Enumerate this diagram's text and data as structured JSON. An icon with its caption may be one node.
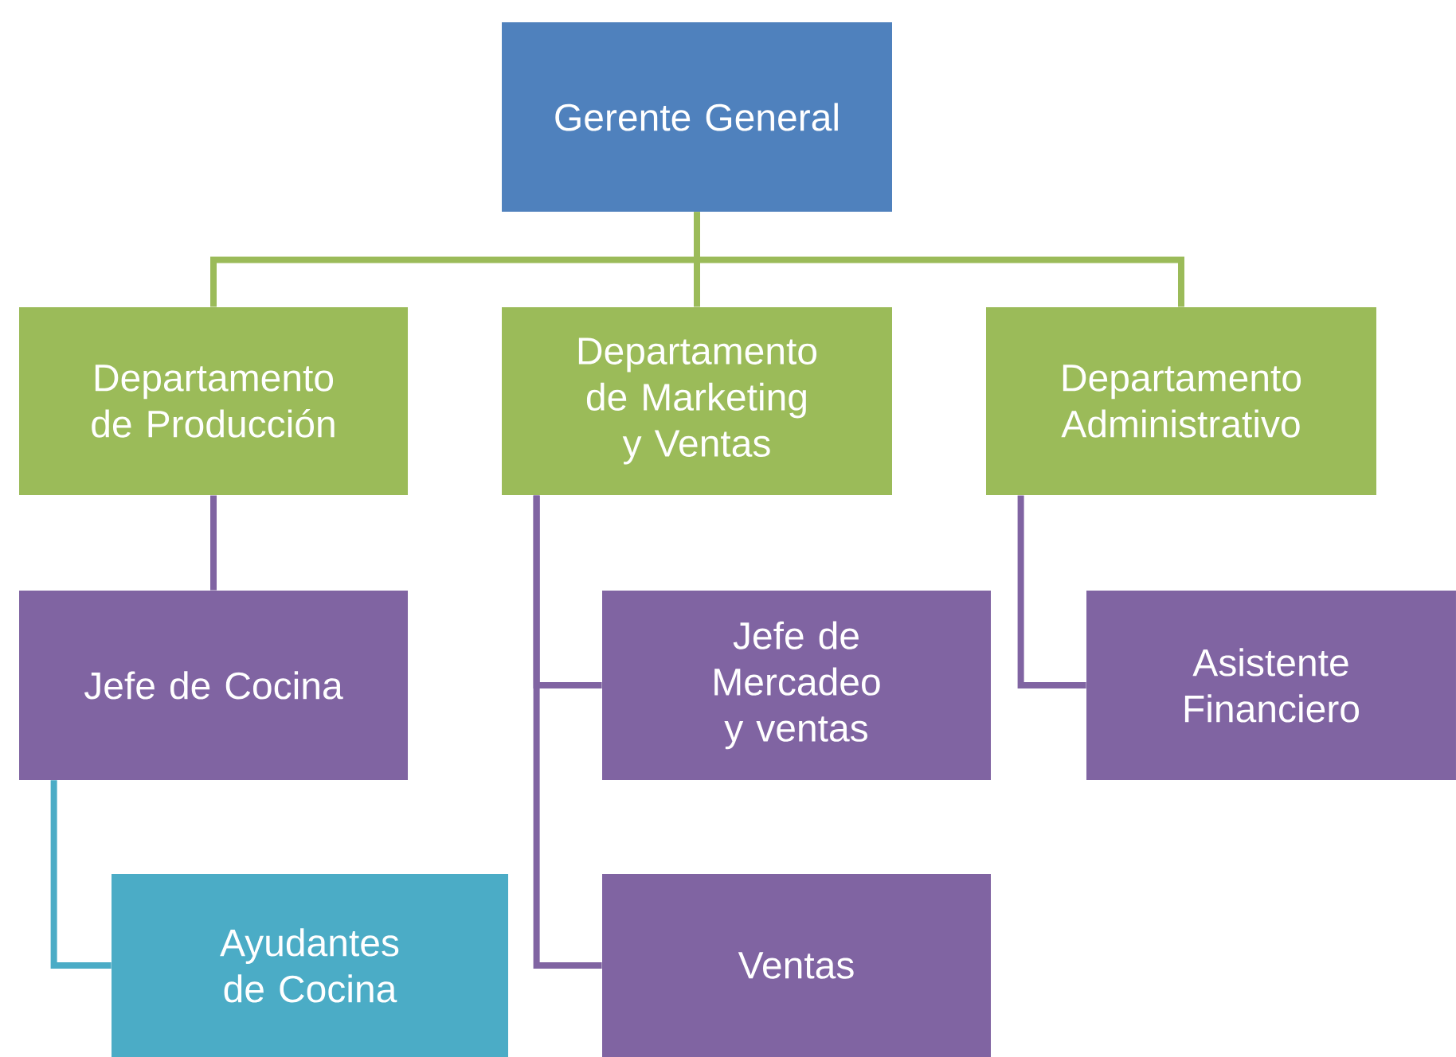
{
  "diagram": {
    "nodes": [
      {
        "text": [
          "Gerente General"
        ]
      },
      {
        "text": [
          "Departamento de Producción"
        ]
      },
      {
        "text": [
          "Departamento de Marketing y Ventas"
        ]
      },
      {
        "text": [
          "Departamento Administrativo"
        ]
      },
      {
        "text": [
          "Jefe de Cocina"
        ]
      },
      {
        "text": [
          "Ayudantes de Cocina"
        ]
      },
      {
        "text": [
          "Jefe de Mercadeo y ventas"
        ]
      },
      {
        "text": [
          "Ventas"
        ]
      },
      {
        "text": [
          "Asistente Financiero"
        ]
      }
    ],
    "edges": [
      {
        "from": 0,
        "to": 1,
        "arrow": "none",
        "color": "#9bbb59"
      },
      {
        "from": 0,
        "to": 2,
        "arrow": "none",
        "color": "#9bbb59"
      },
      {
        "from": 0,
        "to": 3,
        "arrow": "none",
        "color": "#9bbb59"
      },
      {
        "from": 1,
        "to": 4,
        "arrow": "none"
      },
      {
        "from": 4,
        "to": 5,
        "arrow": "none",
        "color": "#4bacc6"
      },
      {
        "from": 2,
        "to": 6,
        "arrow": "none"
      },
      {
        "from": 2,
        "to": 7,
        "arrow": "none"
      },
      {
        "from": 3,
        "to": 8,
        "arrow": "none"
      }
    ]
  }
}
